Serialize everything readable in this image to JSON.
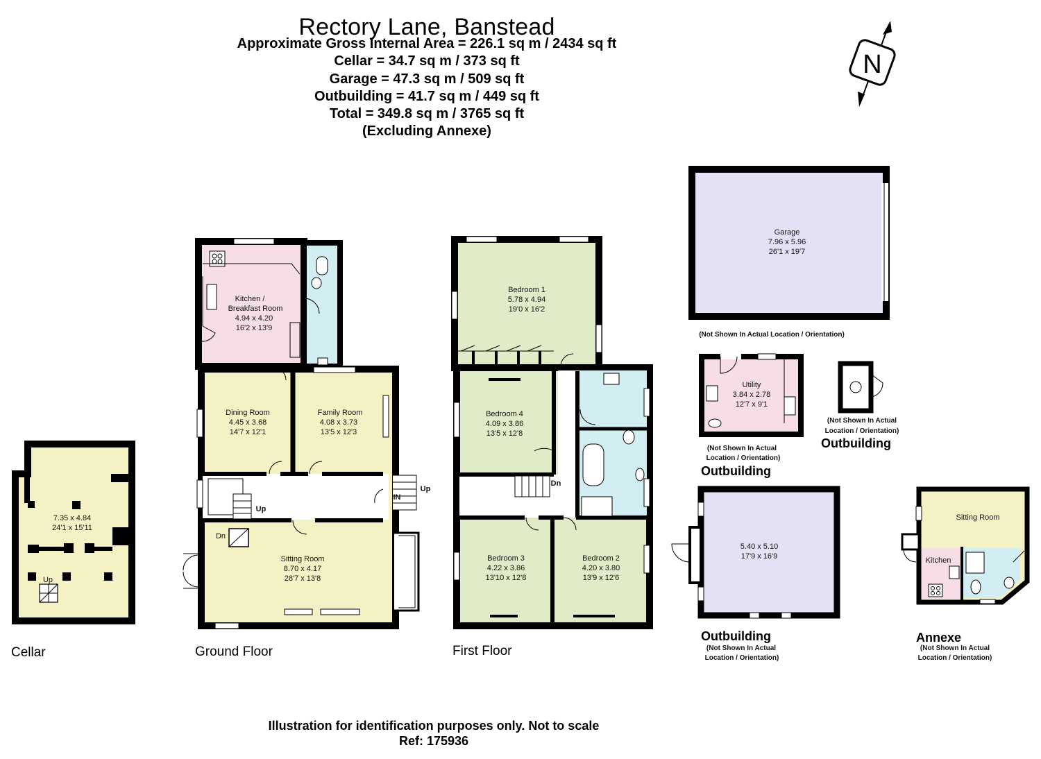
{
  "header": {
    "title": "Rectory Lane, Banstead",
    "lines": [
      "Approximate Gross Internal Area = 226.1 sq m / 2434 sq ft",
      "Cellar = 34.7 sq m / 373 sq ft",
      "Garage = 47.3 sq m / 509 sq ft",
      "Outbuilding = 41.7 sq m / 449 sq ft",
      "Total = 349.8 sq m / 3765 sq ft",
      "(Excluding Annexe)"
    ]
  },
  "compass": {
    "letter": "N"
  },
  "floors": {
    "cellar": "Cellar",
    "ground": "Ground Floor",
    "first": "First Floor"
  },
  "rooms": {
    "cellar": {
      "metric": "7.35 x 4.84",
      "imperial": "24'1 x 15'11"
    },
    "kitchen": {
      "name1": "Kitchen /",
      "name2": "Breakfast Room",
      "metric": "4.94 x 4.20",
      "imperial": "16'2 x 13'9"
    },
    "dining": {
      "name": "Dining Room",
      "metric": "4.45 x 3.68",
      "imperial": "14'7 x 12'1"
    },
    "family": {
      "name": "Family Room",
      "metric": "4.08 x 3.73",
      "imperial": "13'5 x 12'3"
    },
    "sitting": {
      "name": "Sitting Room",
      "metric": "8.70 x 4.17",
      "imperial": "28'7 x 13'8"
    },
    "bedroom1": {
      "name": "Bedroom 1",
      "metric": "5.78 x 4.94",
      "imperial": "19'0 x 16'2"
    },
    "bedroom4": {
      "name": "Bedroom 4",
      "metric": "4.09 x 3.86",
      "imperial": "13'5 x 12'8"
    },
    "bedroom3": {
      "name": "Bedroom 3",
      "metric": "4.22 x 3.86",
      "imperial": "13'10 x 12'8"
    },
    "bedroom2": {
      "name": "Bedroom 2",
      "metric": "4.20 x 3.80",
      "imperial": "13'9 x 12'6"
    },
    "garage": {
      "name": "Garage",
      "metric": "7.96 x 5.96",
      "imperial": "26'1 x 19'7"
    },
    "utility": {
      "name": "Utility",
      "metric": "3.84 x 2.78",
      "imperial": "12'7 x 9'1"
    },
    "outbuilding_main": {
      "metric": "5.40 x 5.10",
      "imperial": "17'9 x 16'9"
    },
    "annexe_sitting": {
      "name": "Sitting Room"
    },
    "annexe_kitchen": {
      "name": "Kitchen"
    }
  },
  "stair_labels": {
    "up": "Up",
    "dn": "Dn",
    "in": "IN"
  },
  "notes": {
    "garage": "(Not Shown In Actual Location / Orientation)",
    "small_a": "(Not Shown In Actual",
    "small_b": "Location / Orientation)"
  },
  "outbuilding_label": "Outbuilding",
  "annexe_label": "Annexe",
  "footer": {
    "line1": "Illustration for identification purposes only. Not to scale",
    "line2": "Ref: 175936"
  },
  "colors": {
    "wall": "#000000",
    "cellar": "#f4f2c4",
    "kitchen": "#f6dde8",
    "ground_rooms": "#f4f2c4",
    "bedrooms": "#e0ebc8",
    "bathroom": "#d2eef2",
    "garage": "#e2e2f4",
    "utility": "#f6dde8"
  }
}
